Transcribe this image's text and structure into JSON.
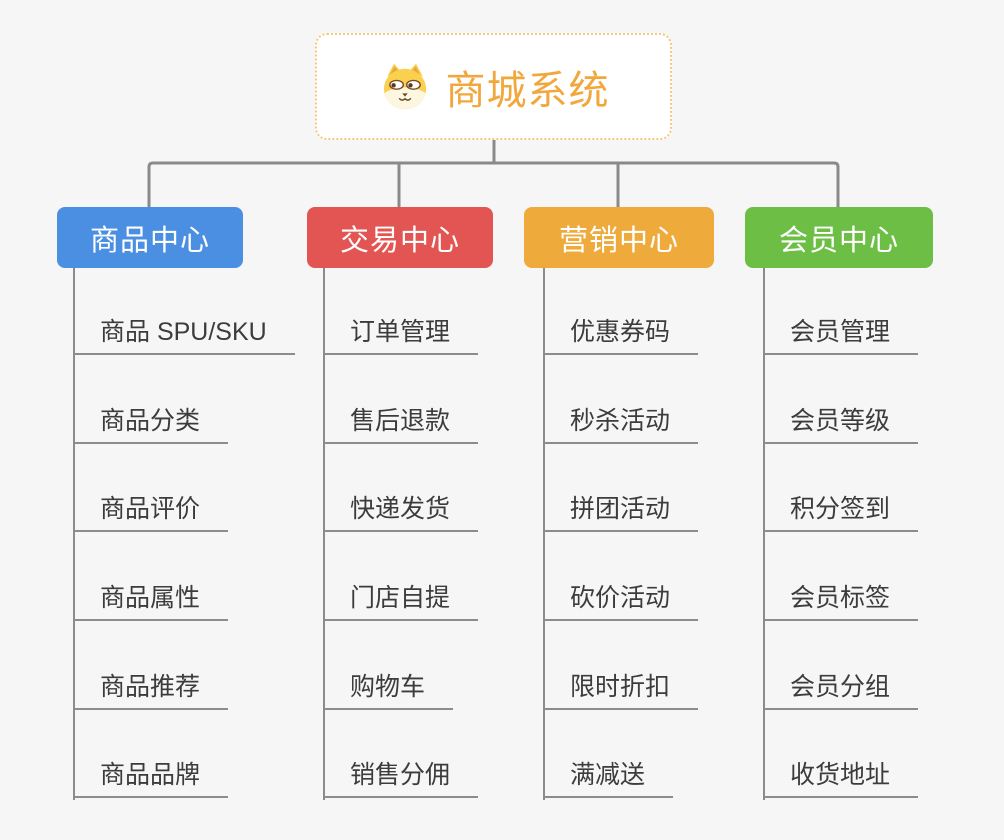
{
  "root": {
    "title": "商城系统",
    "icon": "shiba-dog-icon"
  },
  "branches": [
    {
      "id": "product-center",
      "label": "商品中心",
      "color": "#4a8fe2",
      "children": [
        "商品 SPU/SKU",
        "商品分类",
        "商品评价",
        "商品属性",
        "商品推荐",
        "商品品牌"
      ]
    },
    {
      "id": "trade-center",
      "label": "交易中心",
      "color": "#e25552",
      "children": [
        "订单管理",
        "售后退款",
        "快递发货",
        "门店自提",
        "购物车",
        "销售分佣"
      ]
    },
    {
      "id": "marketing-center",
      "label": "营销中心",
      "color": "#eeab3c",
      "children": [
        "优惠券码",
        "秒杀活动",
        "拼团活动",
        "砍价活动",
        "限时折扣",
        "满减送"
      ]
    },
    {
      "id": "member-center",
      "label": "会员中心",
      "color": "#6cbe44",
      "children": [
        "会员管理",
        "会员等级",
        "积分签到",
        "会员标签",
        "会员分组",
        "收货地址"
      ]
    }
  ],
  "colors": {
    "background": "#f6f6f6",
    "connector_line": "#8a8a8a",
    "leaf_underline": "#8c8c8c",
    "leaf_text": "#3c3c3c",
    "root_title": "#f2a73c",
    "root_border": "#f5c87b"
  }
}
